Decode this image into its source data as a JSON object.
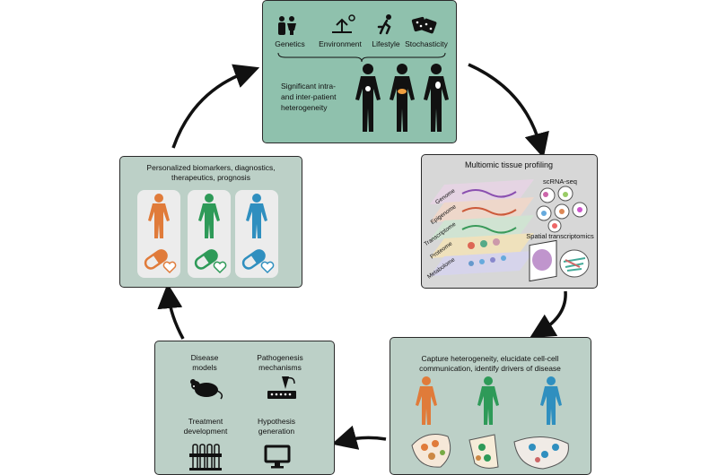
{
  "top": {
    "factors": [
      "Genetics",
      "Environment",
      "Lifestyle",
      "Stochasticity"
    ],
    "heterogeneity_line1": "Significant intra-",
    "heterogeneity_line2": "and inter-patient",
    "heterogeneity_line3": "heterogeneity"
  },
  "right": {
    "title": "Multiomic tissue profiling",
    "layers": [
      "Genome",
      "Epigenome",
      "Transcriptome",
      "Proteome",
      "Metabolome"
    ],
    "scrna": "scRNA-seq",
    "spatial": "Spatial transcriptomics"
  },
  "bottom_right": {
    "title_line1": "Capture heterogeneity, elucidate cell-cell",
    "title_line2": "communication, identify drivers of disease"
  },
  "bottom_left": {
    "item1_line1": "Disease",
    "item1_line2": "models",
    "item2_line1": "Pathogenesis",
    "item2_line2": "mechanisms",
    "item3_line1": "Treatment",
    "item3_line2": "development",
    "item4_line1": "Hypothesis",
    "item4_line2": "generation"
  },
  "left": {
    "title_line1": "Personalized biomarkers, diagnostics,",
    "title_line2": "therapeutics, prognosis"
  },
  "colors": {
    "orange": "#e07b3a",
    "green": "#2e9a58",
    "blue": "#2f8fbf",
    "top_box": "#8fc1ad",
    "side_box": "#bcd0c7",
    "grey_box": "#d7d7d7"
  }
}
